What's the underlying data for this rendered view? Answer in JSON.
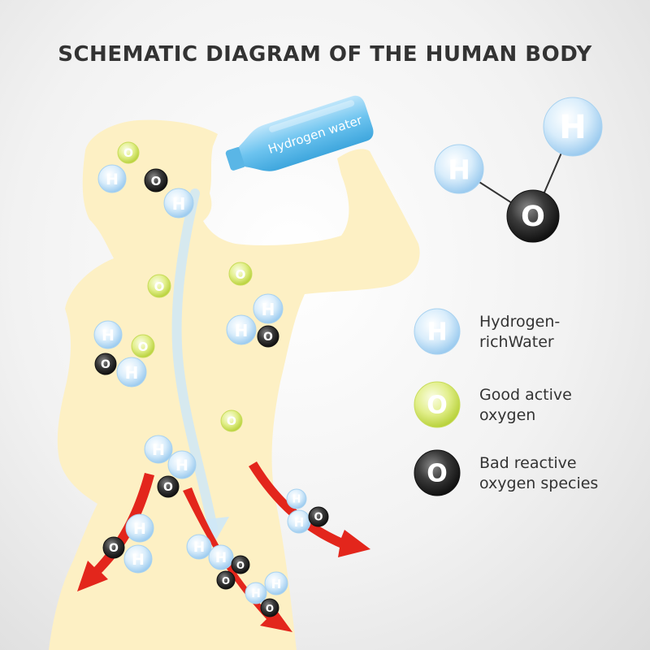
{
  "title": "SCHEMATIC DIAGRAM OF THE HUMAN BODY",
  "bottle_label": "Hydrogen water",
  "symbols": {
    "hydrogen": "H",
    "oxygen": "O"
  },
  "legend": [
    {
      "symbol": "H",
      "kind": "hydrogen",
      "label": "Hydrogen-\nrichWater"
    },
    {
      "symbol": "O",
      "kind": "good",
      "label": "Good active\noxygen"
    },
    {
      "symbol": "O",
      "kind": "bad",
      "label": "Bad reactive\noxygen species"
    }
  ],
  "colors": {
    "hydrogen": "#bfe0f7",
    "good_oxygen": "#d4e86a",
    "bad_oxygen": "#2a2a2a",
    "body": "#fdf0c4",
    "arrow": "#e3261c",
    "stream": "#d6ecf7"
  }
}
